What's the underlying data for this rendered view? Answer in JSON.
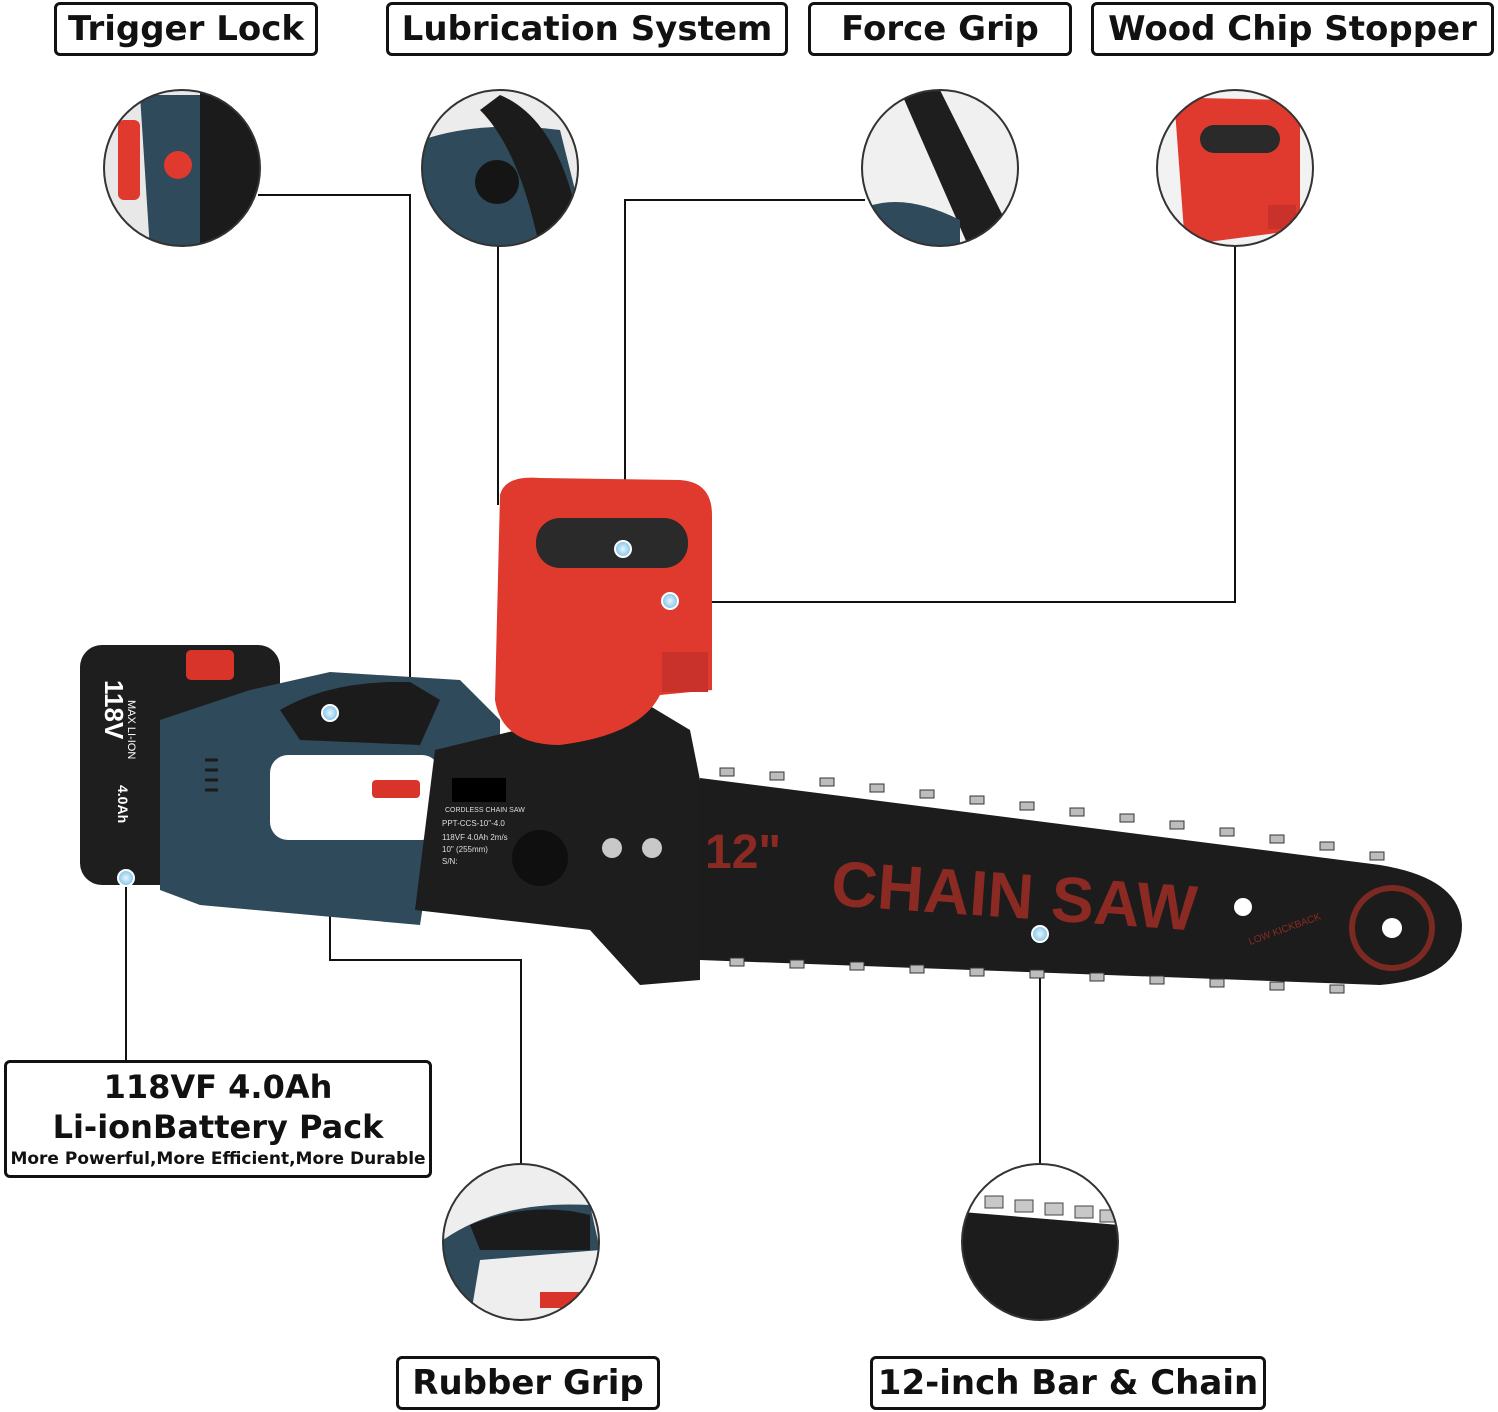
{
  "labels": {
    "trigger_lock": "Trigger Lock",
    "lubrication_system": "Lubrication System",
    "force_grip": "Force Grip",
    "wood_chip_stopper": "Wood Chip Stopper",
    "rubber_grip": "Rubber Grip",
    "bar_chain": "12-inch Bar & Chain"
  },
  "battery_callout": {
    "line1": "118VF 4.0Ah",
    "line2": "Li-ionBattery Pack",
    "line3": "More Powerful,More Efficient,More Durable"
  },
  "product_print": {
    "bar_size": "12\"",
    "bar_text": "CHAIN SAW",
    "bar_small": "LOW KICKBACK",
    "battery_voltage": "118V",
    "battery_type": "MAX LI-ION",
    "battery_capacity": "4.0Ah",
    "plate_title": "CORDLESS CHAIN SAW",
    "plate_model": "PPT-CCS-10\"-4.0",
    "plate_spec": "118VF 4.0Ah 2m/s",
    "plate_bar": "10\" (255mm)",
    "plate_sn": "S/N:"
  },
  "colors": {
    "accent_red": "#e03a2f",
    "body_teal": "#2f4a5a",
    "dark": "#1b1b1b",
    "callout_line": "#111111",
    "dot": "#7fc3e8"
  }
}
